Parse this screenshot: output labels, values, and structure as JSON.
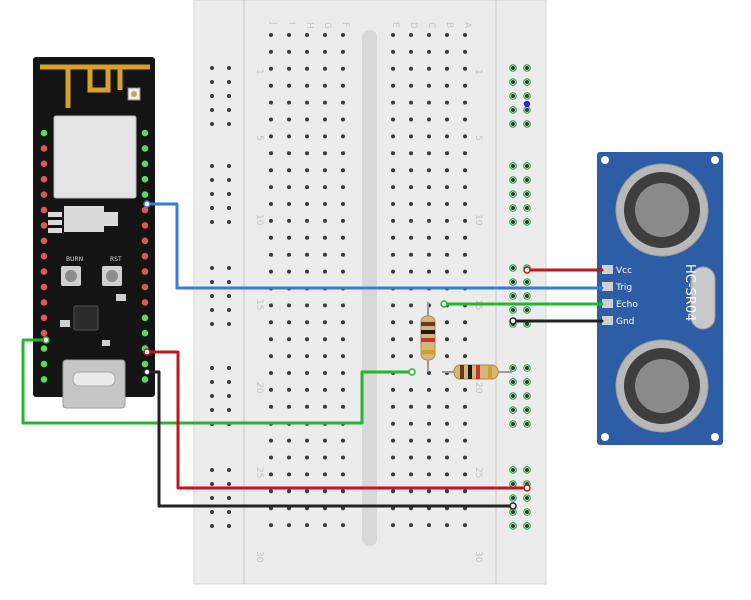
{
  "breadboard": {
    "row_labels_left": [
      "J",
      "I",
      "H",
      "G",
      "F"
    ],
    "row_labels_right": [
      "E",
      "D",
      "C",
      "B",
      "A"
    ],
    "column_numbers": [
      "1",
      "5",
      "10",
      "15",
      "20",
      "25",
      "30"
    ]
  },
  "mcu_board": {
    "burn_label": "BURN",
    "rst_label": "RST"
  },
  "sensor": {
    "model_label": "HC-SR04",
    "pins": [
      "Vcc",
      "Trig",
      "Echo",
      "Gnd"
    ]
  },
  "colors": {
    "board_pcb": "#141414",
    "pin_pad": "#d85a5a",
    "antenna_gold": "#d7a227",
    "sensor_pcb": "#2c5da5",
    "wire_blue": "#3a7bd5",
    "wire_green": "#27b432",
    "wire_red": "#c4151c",
    "wire_black": "#222222",
    "breadboard": "#ececec",
    "hole": "#3a3a3a",
    "rail_green": "#2aa84a"
  },
  "icons": {
    "resistor": "resistor-icon",
    "usb_port": "usb-c-port-icon",
    "ultrasonic_transducer": "transducer-icon"
  }
}
